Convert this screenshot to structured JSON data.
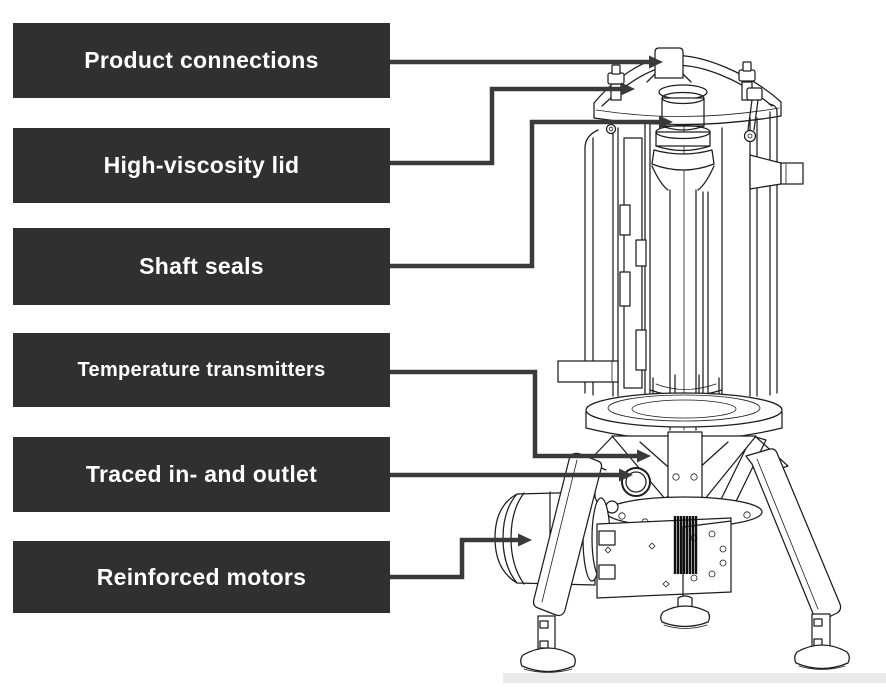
{
  "callouts": [
    {
      "id": "product-connections",
      "label": "Product connections"
    },
    {
      "id": "high-viscosity-lid",
      "label": "High-viscosity lid"
    },
    {
      "id": "shaft-seals",
      "label": "Shaft seals"
    },
    {
      "id": "temperature-transmitters",
      "label": "Temperature transmitters"
    },
    {
      "id": "traced-in-and-outlet",
      "label": "Traced in- and outlet"
    },
    {
      "id": "reinforced-motors",
      "label": "Reinforced motors"
    }
  ],
  "colors": {
    "callout_background": "#303030",
    "callout_text": "#ffffff",
    "connector": "#3a3a3a",
    "drawing_line": "#1d1d1d",
    "ground_shadow": "#ebebeb",
    "page_background": "#ffffff"
  }
}
